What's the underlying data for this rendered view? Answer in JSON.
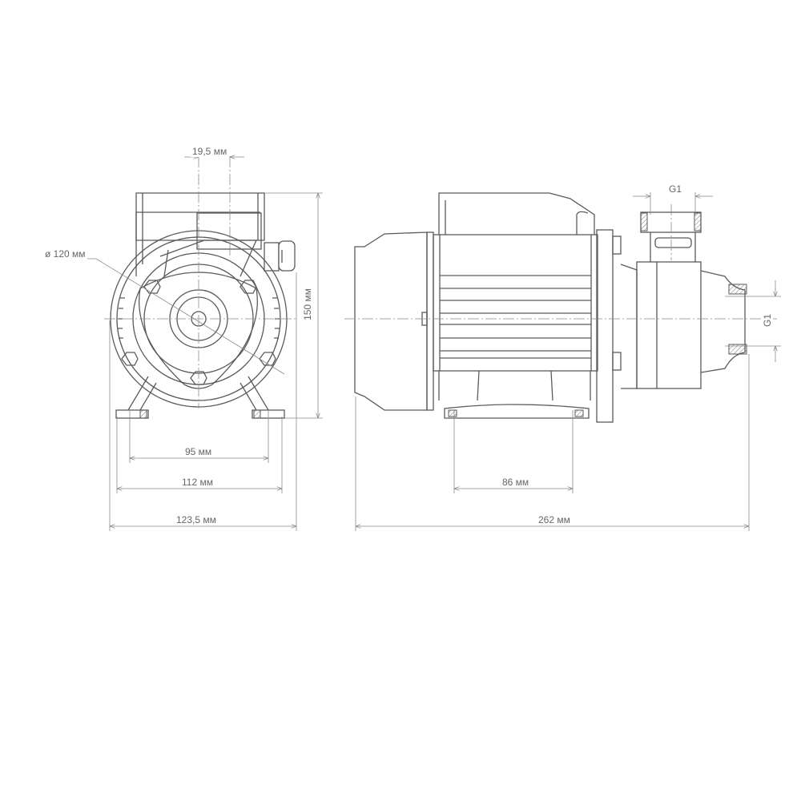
{
  "front_view": {
    "dim_offset": "19,5 мм",
    "dim_diameter": "ø 120 мм",
    "dim_height": "150 мм",
    "dim_feet_holes": "95 мм",
    "dim_feet_outer": "112 мм",
    "dim_total_width": "123,5 мм"
  },
  "side_view": {
    "dim_outlet_thread": "G1",
    "dim_inlet_thread": "G1",
    "dim_foot_holes": "86 мм",
    "dim_total_length": "262 мм"
  }
}
